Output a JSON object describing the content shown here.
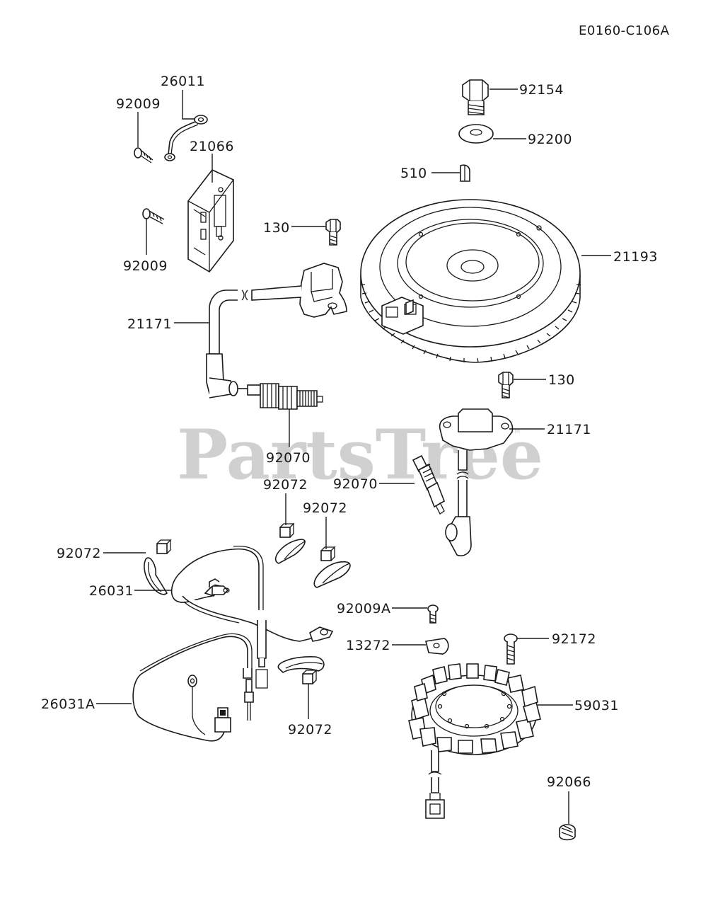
{
  "diagram_code": "E0160-C106A",
  "watermark": {
    "text": "PartsTree",
    "tm": "TM"
  },
  "parts": {
    "p26011": "26011",
    "p92009_top": "92009",
    "p21066": "21066",
    "p92009_bottom": "92009",
    "p92154": "92154",
    "p92200": "92200",
    "p510": "510",
    "p130_top": "130",
    "p21193": "21193",
    "p21171_left": "21171",
    "p130_right": "130",
    "p21171_right": "21171",
    "p92070_left": "92070",
    "p92072_a": "92072",
    "p92070_right": "92070",
    "p92072_b": "92072",
    "p92072_c": "92072",
    "p26031": "26031",
    "p92009A": "92009A",
    "p13272": "13272",
    "p92172": "92172",
    "p26031A": "26031A",
    "p59031": "59031",
    "p92072_d": "92072",
    "p92066": "92066"
  }
}
